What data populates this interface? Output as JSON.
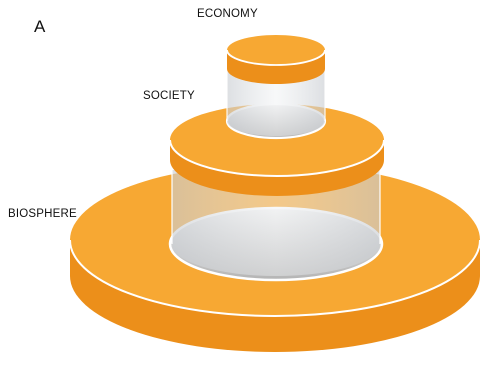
{
  "panel_label": "A",
  "levels": [
    {
      "id": "biosphere",
      "label": "BIOSPHERE"
    },
    {
      "id": "society",
      "label": "SOCIETY"
    },
    {
      "id": "economy",
      "label": "ECONOMY"
    }
  ],
  "colors": {
    "disc_top": "#F7A833",
    "disc_side": "#EC8F1A",
    "outline": "#FFFFFF",
    "hole_light": "#F2F2F2",
    "hole_dark": "#B9B9B9",
    "glass": "#D9DCE0"
  }
}
